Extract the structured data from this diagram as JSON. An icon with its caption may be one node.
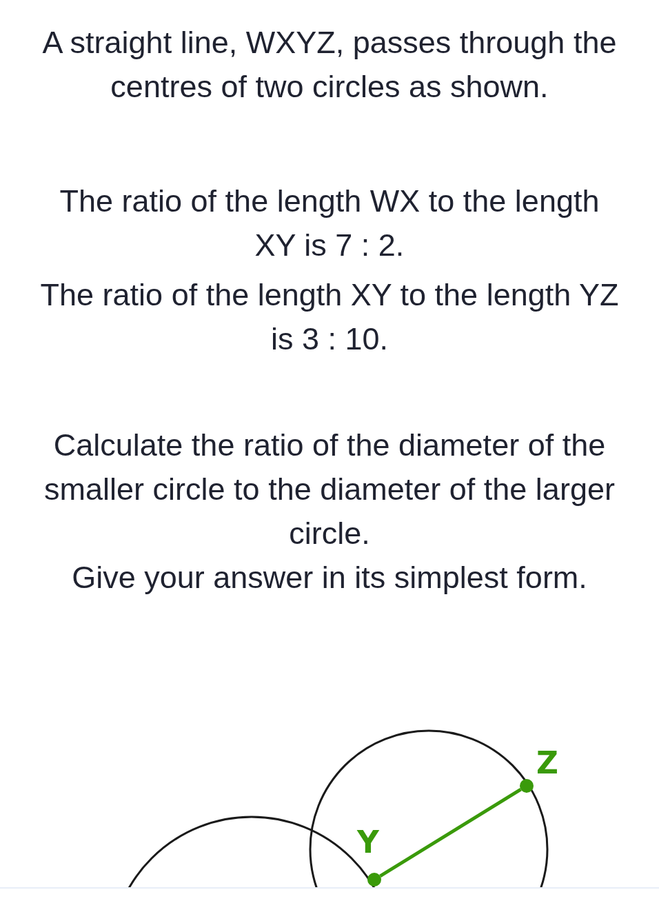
{
  "diagram": {
    "nodes": [
      {
        "text": [],
        "shape": "circle",
        "beside": [
          "Y"
        ]
      },
      {
        "text": [],
        "shape": "circle",
        "beside": [
          "Z"
        ]
      }
    ],
    "edges": [
      {
        "from": 0,
        "to": 1,
        "arrow": "none"
      }
    ],
    "labels": [
      "A straight line, WXYZ, passes through the centres of two circles as shown.",
      "The ratio of the length WX to the length XY is 7 : 2.",
      "The ratio of the length XY to the length YZ is 3 : 10.",
      "Calculate the ratio of the diameter of the smaller circle to the diameter of the larger circle.",
      "Give your answer in its simplest form."
    ]
  }
}
